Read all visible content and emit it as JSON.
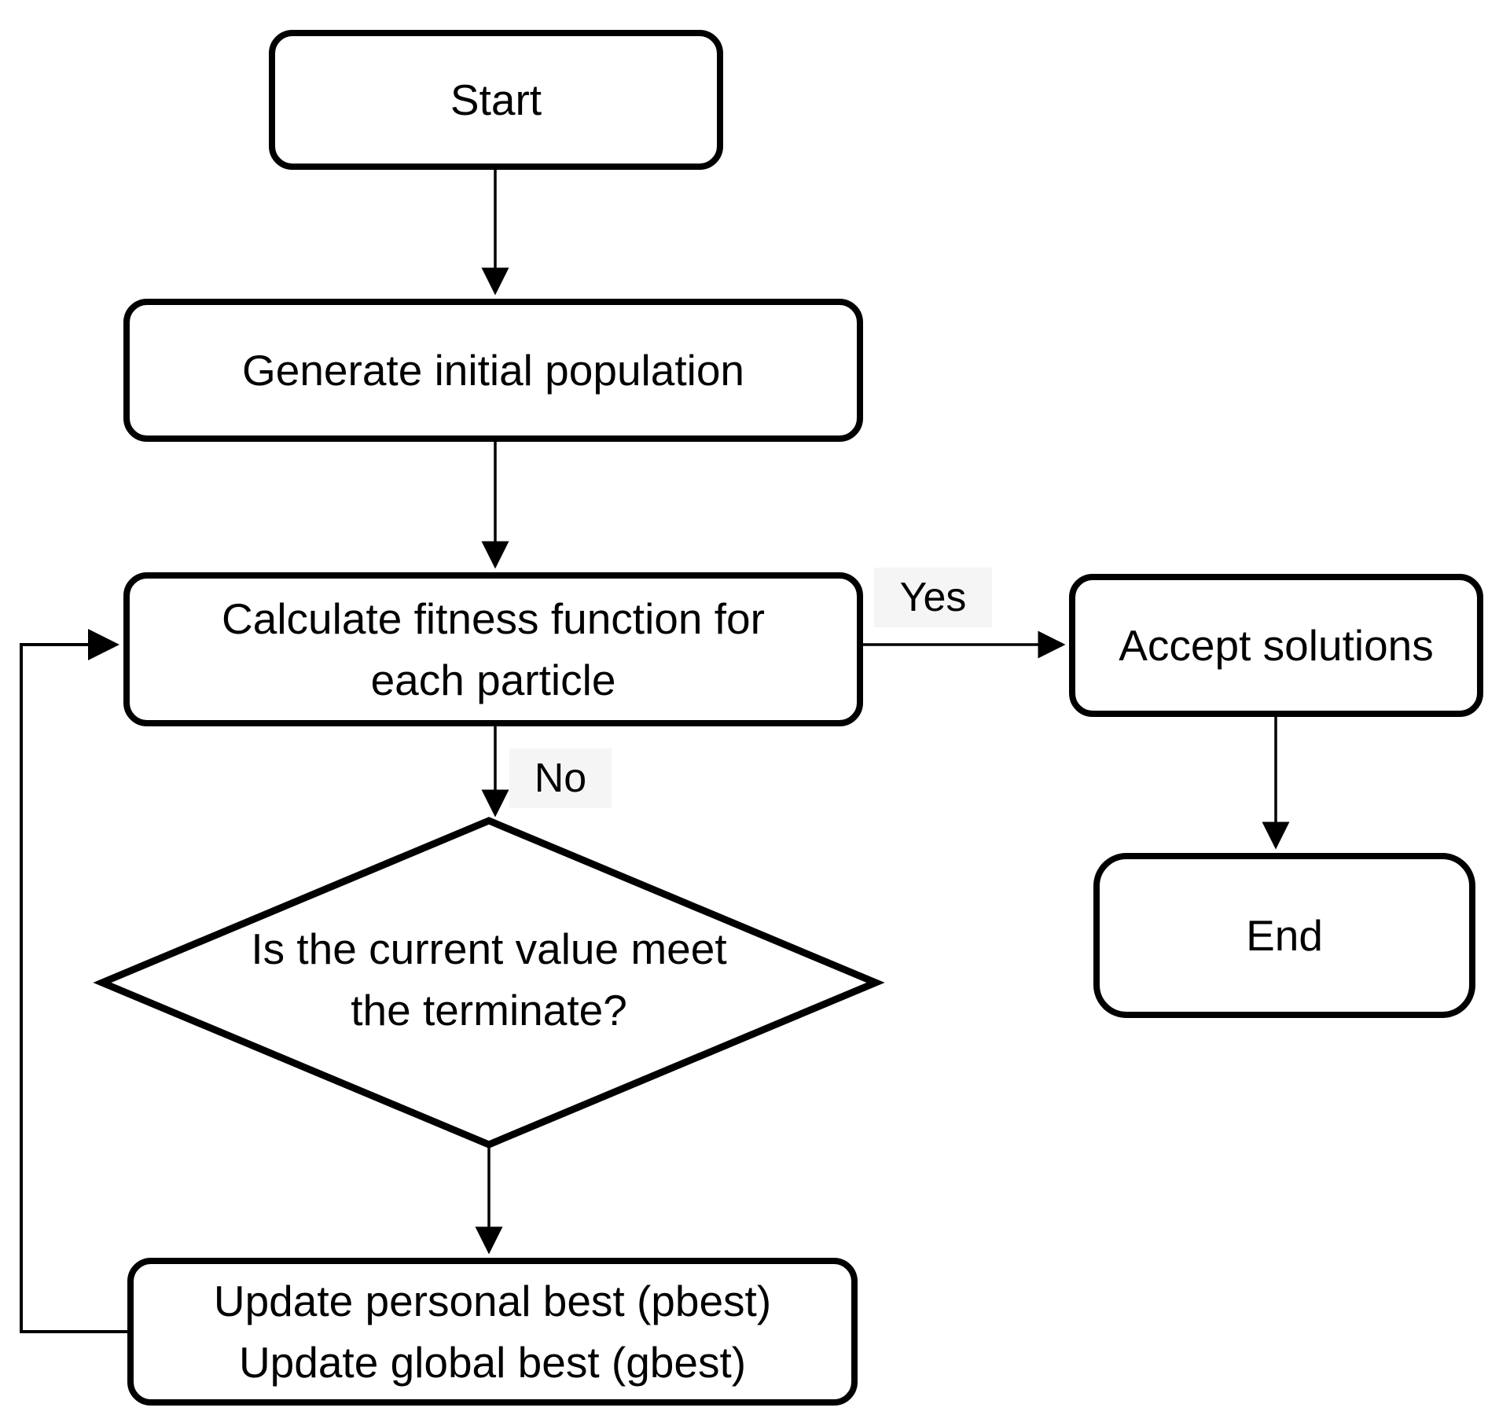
{
  "flowchart": {
    "colors": {
      "background": "#ffffff",
      "stroke": "#000000",
      "text": "#000000",
      "edge_label_background": "#f5f5f5"
    },
    "nodes": {
      "start": {
        "label": "Start"
      },
      "generate": {
        "label": "Generate initial population"
      },
      "calculate": {
        "line1": "Calculate fitness function for",
        "line2": "each particle"
      },
      "accept": {
        "label": "Accept solutions"
      },
      "end": {
        "label": "End"
      },
      "decision": {
        "line1": "Is the current value meet",
        "line2": "the terminate?"
      },
      "update": {
        "line1": "Update personal best (pbest)",
        "line2": "Update global best (gbest)"
      }
    },
    "edge_labels": {
      "yes": "Yes",
      "no": "No"
    }
  }
}
